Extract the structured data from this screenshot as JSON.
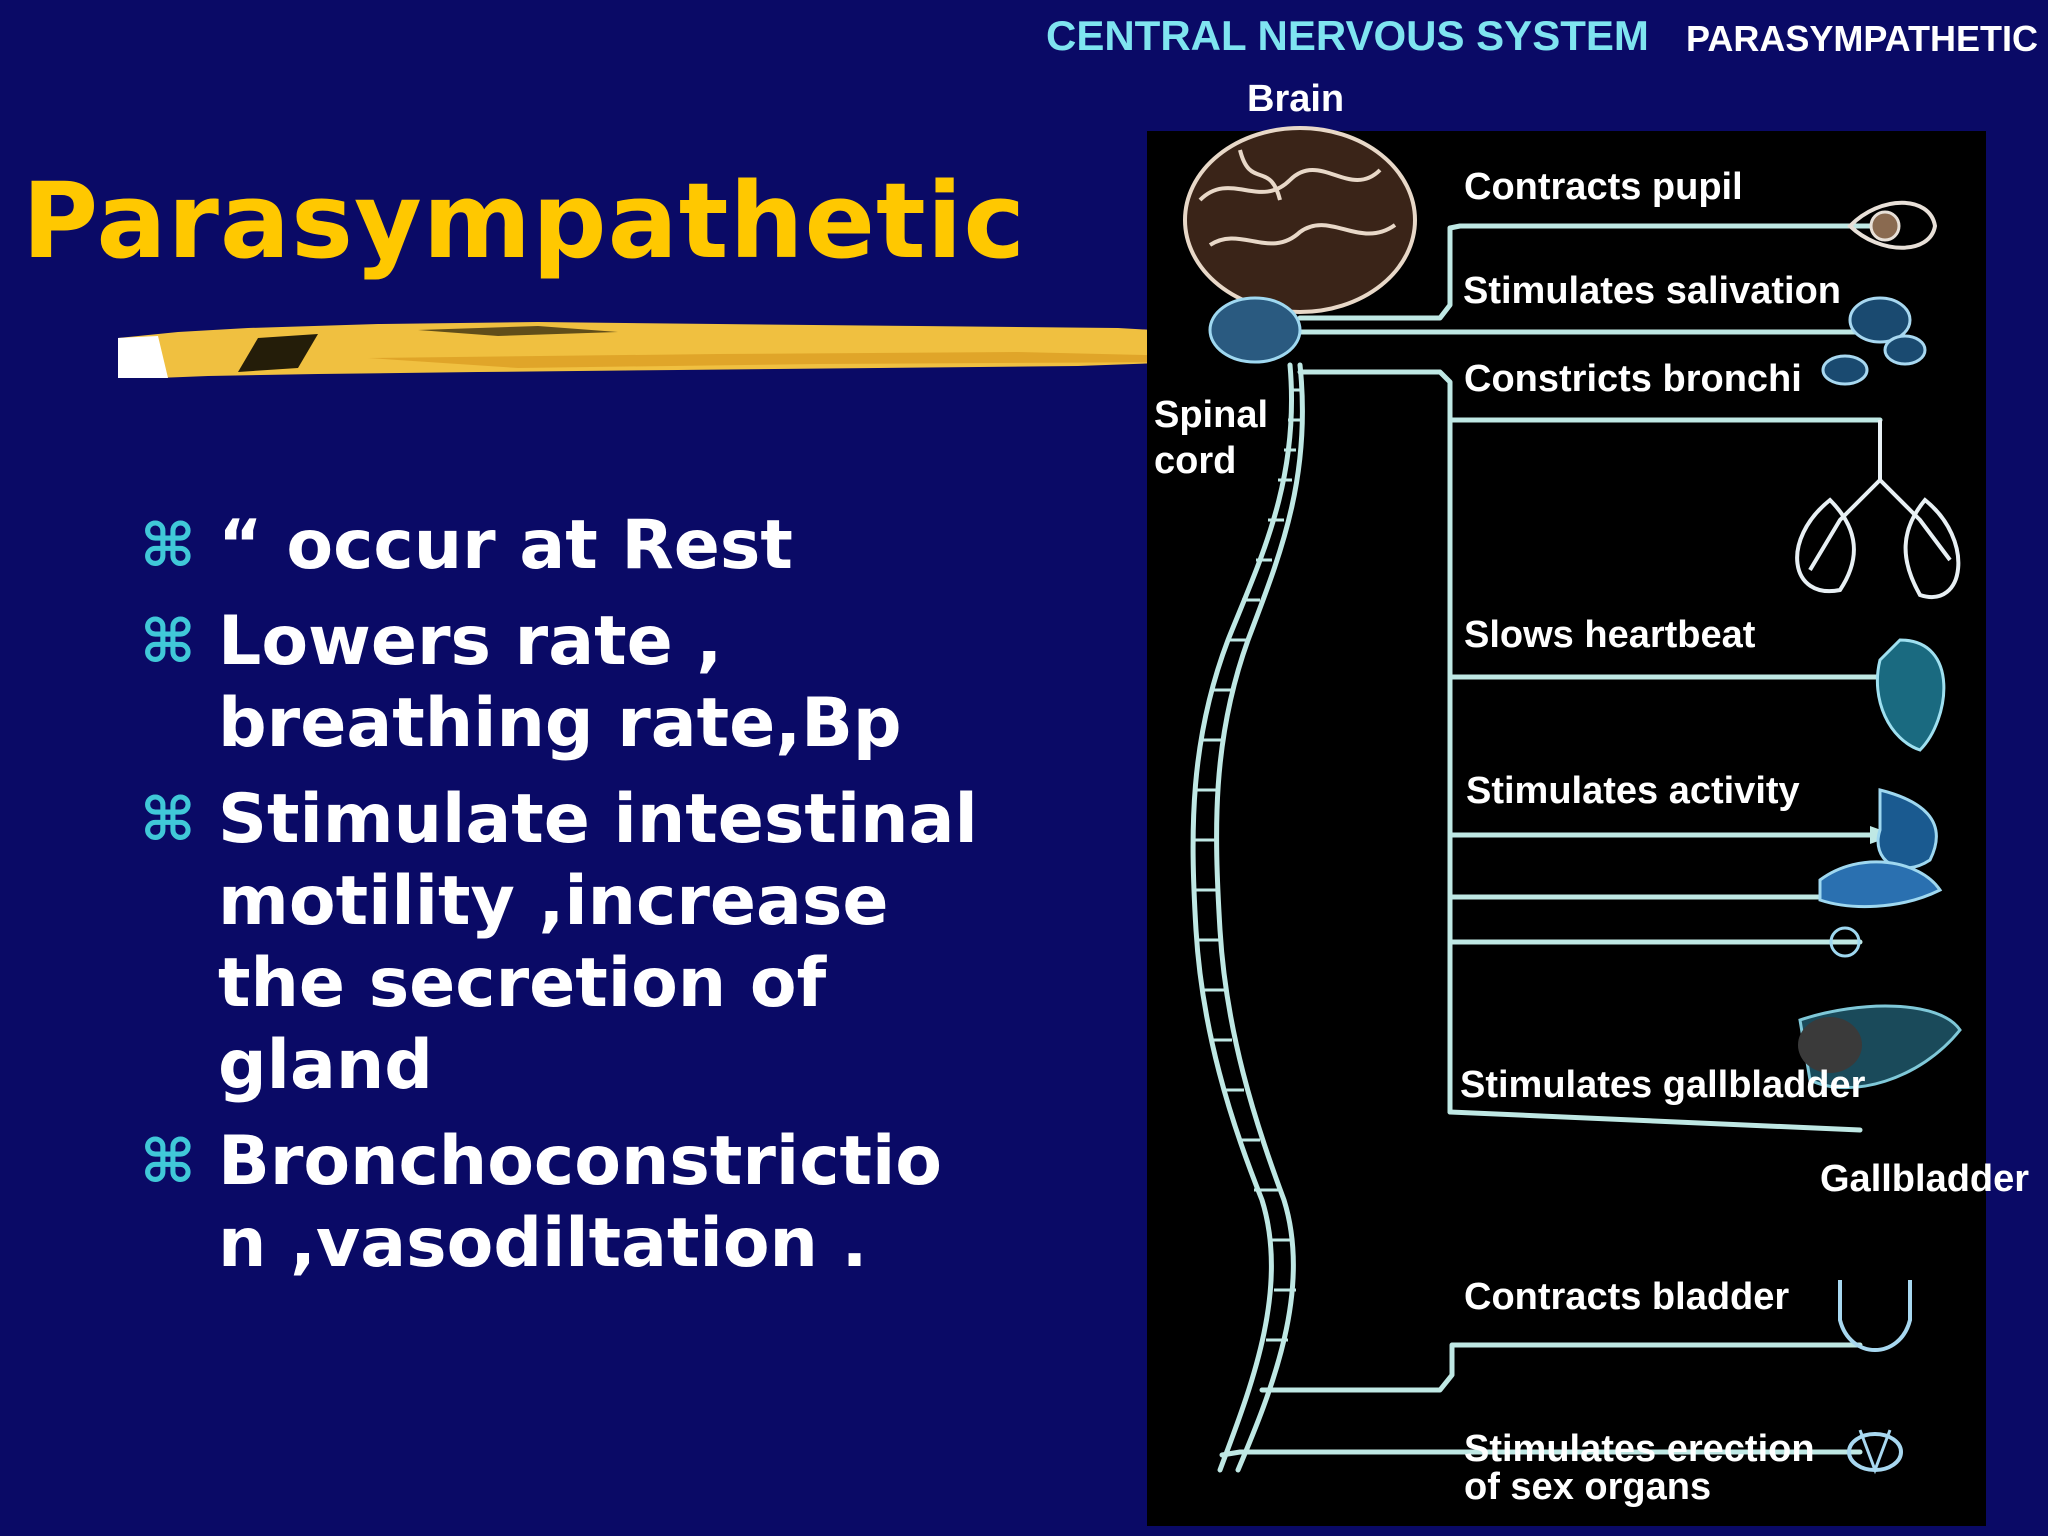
{
  "slide": {
    "title": "Parasympathetic",
    "bullets": [
      "“  occur at Rest",
      "Lowers rate , breathing rate,Bp",
      "Stimulate intestinal motility ,increase the secretion of gland",
      "Bronchoconstrictio n ,vasodiltation ."
    ],
    "bullet_glyph": "⌘",
    "colors": {
      "background": "#0a0a66",
      "title": "#ffc800",
      "bullet_mark": "#40c8d8",
      "diagram_bg": "#000000",
      "nerve": "#bfe8e4"
    }
  },
  "diagram": {
    "header_cns": "CENTRAL NERVOUS SYSTEM",
    "header_para": "PARASYMPATHETIC",
    "brain": "Brain",
    "spinal_cord": "Spinal cord",
    "effects": {
      "pupil": "Contracts pupil",
      "salivation": "Stimulates salivation",
      "bronchi": "Constricts bronchi",
      "heart": "Slows heartbeat",
      "activity": "Stimulates activity",
      "gallbladder_effect": "Stimulates gallbladder",
      "gallbladder": "Gallbladder",
      "bladder": "Contracts bladder",
      "erection": "Stimulates erection of sex organs"
    },
    "icons": [
      "brain-icon",
      "eye-icon",
      "salivary-gland-icon",
      "lungs-icon",
      "heart-icon",
      "stomach-icon",
      "pancreas-icon",
      "intestine-icon",
      "gallbladder-icon",
      "bladder-icon",
      "sex-organs-icon"
    ]
  }
}
